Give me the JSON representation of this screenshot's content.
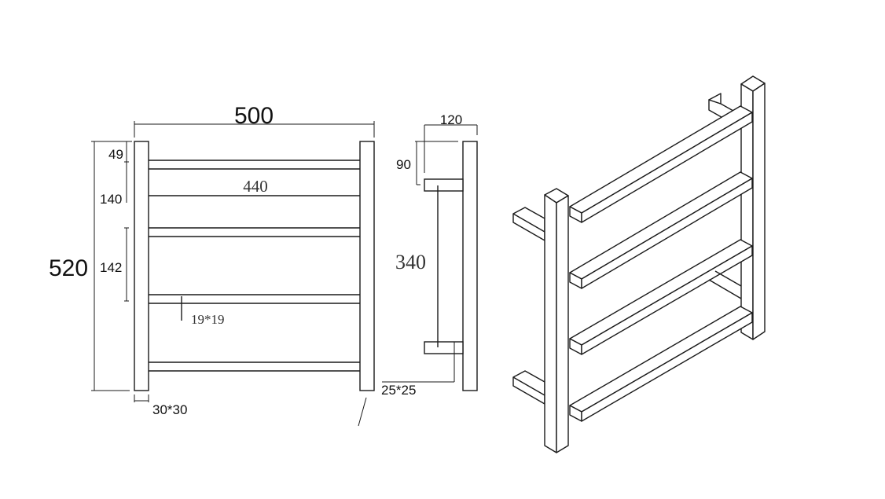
{
  "front_view": {
    "overall_width": "500",
    "bar_length": "440",
    "overall_height": "520",
    "top_offset": "49",
    "spacing_1": "140",
    "spacing_2": "142",
    "bar_section": "19*19",
    "post_section": "30*30"
  },
  "side_view": {
    "depth": "120",
    "bracket_top_offset": "90",
    "bracket_spacing": "340",
    "bracket_section": "25*25"
  },
  "iso_view": {
    "bars": 4
  }
}
